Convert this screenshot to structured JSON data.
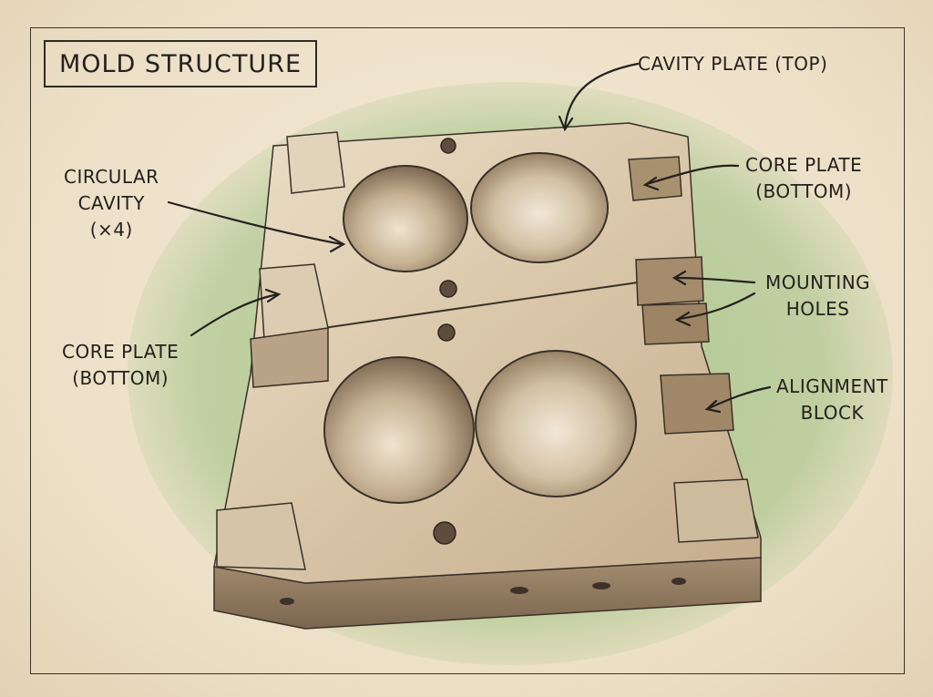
{
  "title": "MOLD STRUCTURE",
  "labels": {
    "cavity_plate_top": "CAVITY PLATE (TOP)",
    "core_plate_right": {
      "line1": "CORE PLATE",
      "line2": "(BOTTOM)"
    },
    "circular_cavity": {
      "line1": "CIRCULAR",
      "line2": "CAVITY",
      "line3": "(×4)"
    },
    "mounting_holes": {
      "line1": "MOUNTING",
      "line2": "HOLES"
    },
    "core_plate_left": {
      "line1": "CORE PLATE",
      "line2": "(BOTTOM)"
    },
    "alignment_block": {
      "line1": "ALIGNMENT",
      "line2": "BLOCK"
    }
  },
  "colors": {
    "ink": "#24211d",
    "green_wash": "#8fb774",
    "metal_light": "#e6d9c2",
    "metal_mid": "#c9b69a",
    "metal_dark": "#8f7a62"
  }
}
